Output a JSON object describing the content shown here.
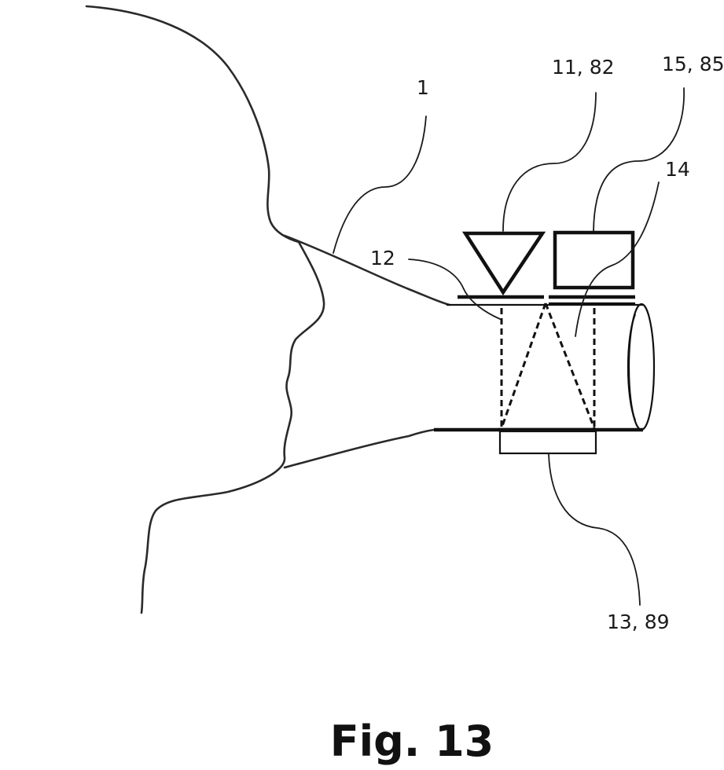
{
  "figure": {
    "caption": "Fig. 13",
    "labels": {
      "user": "1",
      "emitter": "11, 82",
      "detector": "15, 85",
      "chamber": "14",
      "window": "12",
      "reflector": "13, 89"
    },
    "parts": [
      {
        "name": "head-profile",
        "shape": "sketched outline"
      },
      {
        "name": "mouthpiece-tube",
        "shape": "cylinder"
      },
      {
        "name": "emitter",
        "shape": "triangle"
      },
      {
        "name": "detector",
        "shape": "square"
      },
      {
        "name": "reflector",
        "shape": "rectangle"
      },
      {
        "name": "light-paths",
        "shape": "dashed lines"
      }
    ]
  }
}
